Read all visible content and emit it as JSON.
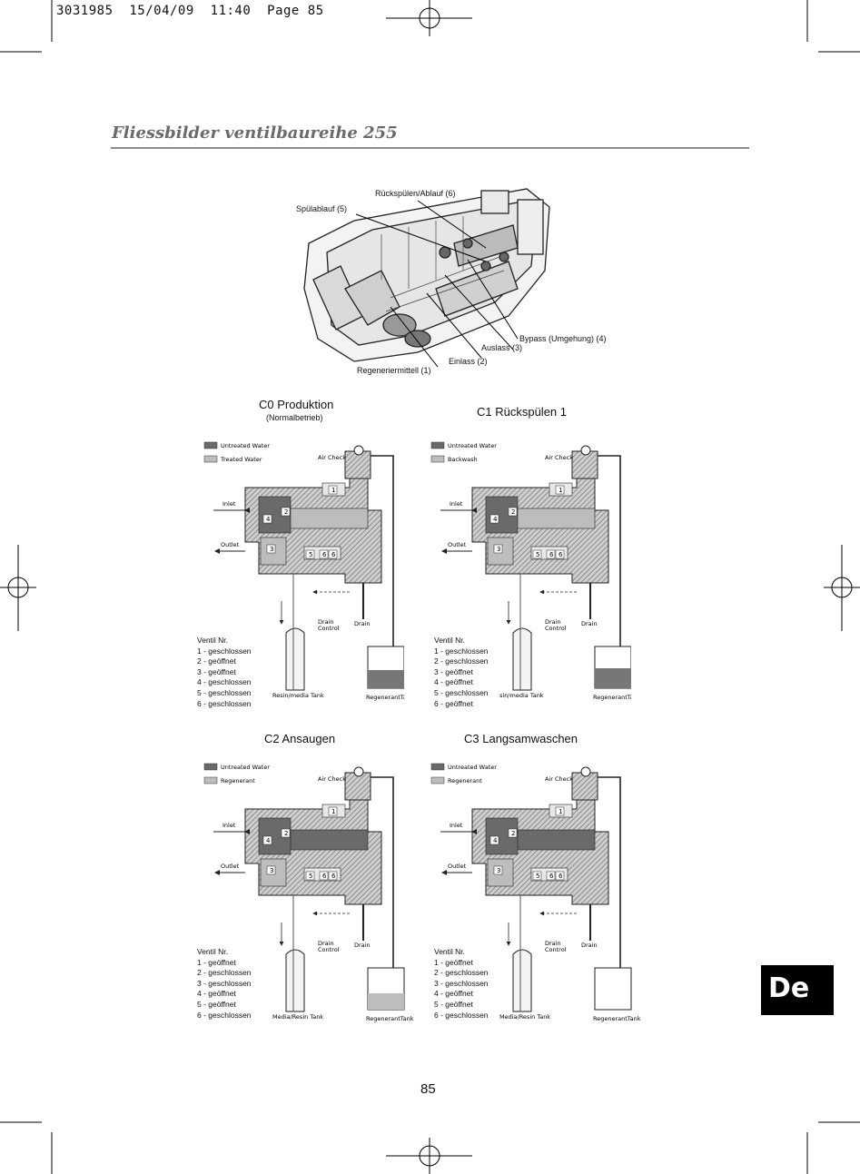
{
  "header": {
    "slug": "3031985  15/04/09  11:40  Page 85"
  },
  "page": {
    "title": "Fliessbilder ventilbaureihe 255",
    "number": "85",
    "language_tab": "De"
  },
  "valve_figure": {
    "labels": {
      "backwash_drain": "Rückspülen/Ablauf (6)",
      "rinse_drain": "Spülablauf (5)",
      "bypass": "Bypass (Umgehung) (4)",
      "outlet": "Auslass (3)",
      "inlet": "Einlass (2)",
      "regenerant": "Regeneriermittell (1)"
    }
  },
  "diagram_common": {
    "untreated": "Untreated Water",
    "air_check": "Air Check",
    "inlet": "Inlet",
    "outlet": "Outlet",
    "drain_control": "Drain\nControl",
    "drain": "Drain",
    "regenerant_tank": "RegenerantTank",
    "ventil_nr": "Ventil Nr."
  },
  "panels": [
    {
      "title": "C0 Produktion",
      "subtitle": "(Normalbetrieb)",
      "legend2": "Treated Water",
      "tank_label": "Resin/media Tank",
      "states": [
        "1 - geschlossen",
        "2 - geöffnet",
        "3 - geöffnet",
        "4 - geschlossen",
        "5 - geschlossen",
        "6 - geschlossen"
      ]
    },
    {
      "title": "C1 Rückspülen 1",
      "subtitle": "",
      "legend2": "Backwash",
      "tank_label": "sin/media Tank",
      "states": [
        "1 - geschlossen",
        "2 - geschlossen",
        "3 - geöffnet",
        "4 - geöffnet",
        "5 - geschlossen",
        "6 - geöffnet"
      ]
    },
    {
      "title": "C2 Ansaugen",
      "subtitle": "",
      "legend2": "Regenerant",
      "tank_label": "Media/Resin Tank",
      "states": [
        "1 - geöffnet",
        "2 - geschlossen",
        "3 - geschlossen",
        "4 - geöffnet",
        "5 - geöffnet",
        "6 - geschlossen"
      ]
    },
    {
      "title": "C3 Langsamwaschen",
      "subtitle": "",
      "legend2": "Regenerant",
      "tank_label": "Media/Resin Tank",
      "states": [
        "1 - geöffnet",
        "2 - geschlossen",
        "3 - geschlossen",
        "4 - geöffnet",
        "5 - geöffnet",
        "6 - geschlossen"
      ]
    }
  ],
  "colors": {
    "dark_water": "#6a6a6a",
    "light_water": "#bdbdbd",
    "hatch": "#8c8c8c",
    "tab": "#000000"
  }
}
